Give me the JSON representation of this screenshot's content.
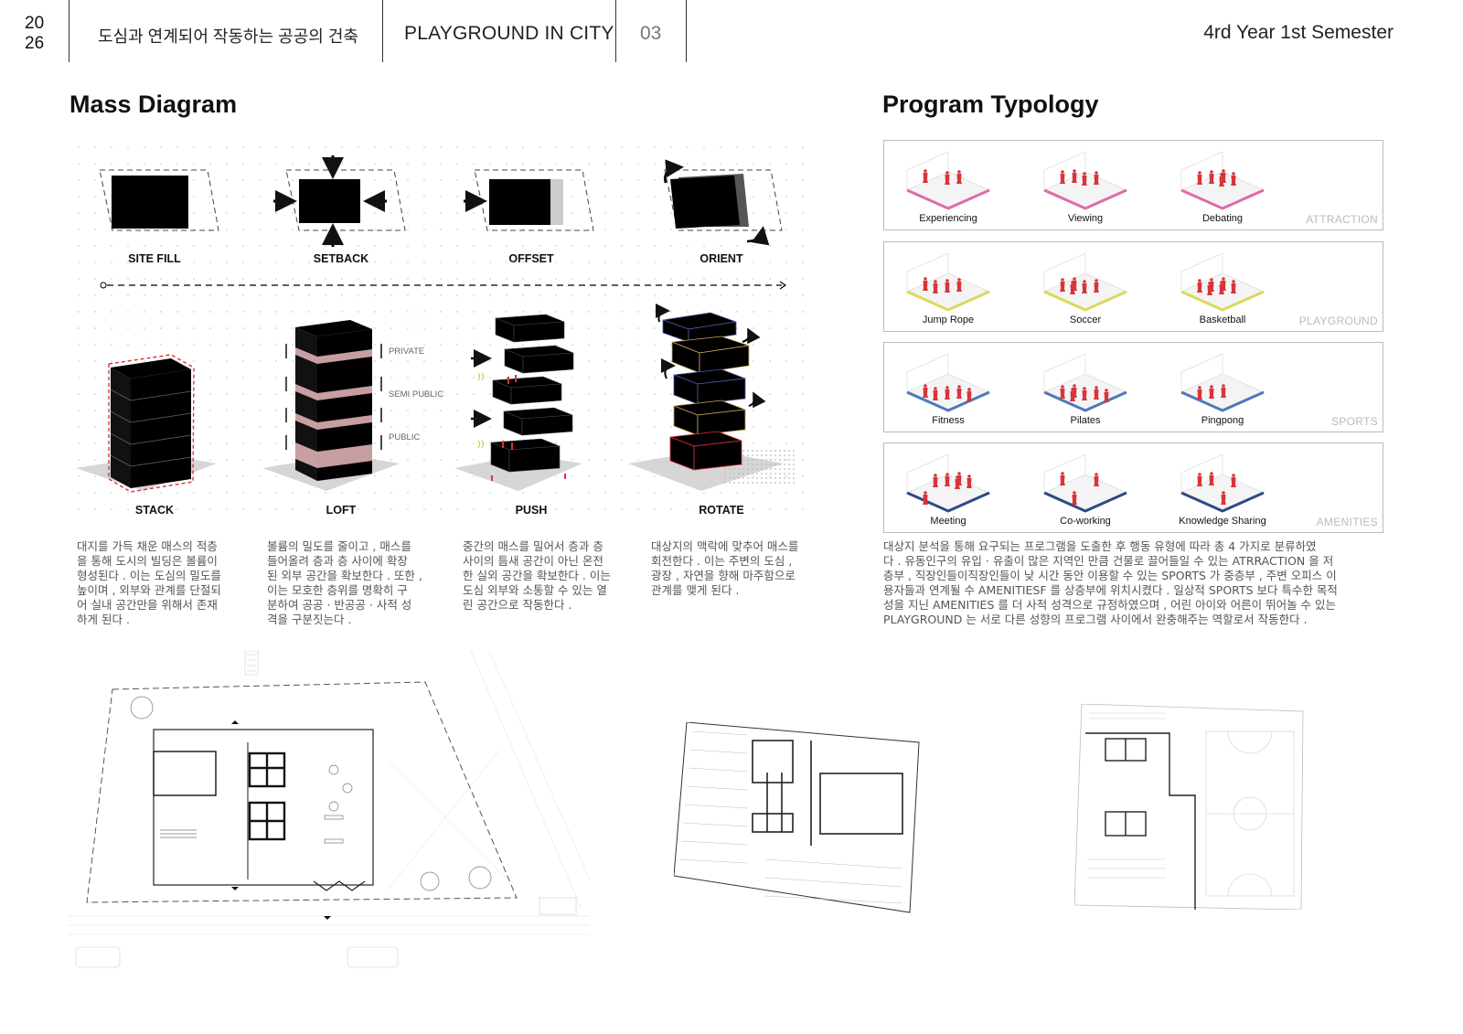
{
  "header": {
    "year_top": "20",
    "year_bottom": "26",
    "subtitle_ko": "도심과 연계되어 작동하는 공공의 건축",
    "project_title": "PLAYGROUND IN CITY",
    "page_number": "03",
    "semester": "4rd Year 1st Semester"
  },
  "mass": {
    "title": "Mass Diagram",
    "steps_top": [
      "SITE FILL",
      "SETBACK",
      "OFFSET",
      "ORIENT"
    ],
    "steps_bottom": [
      "STACK",
      "LOFT",
      "PUSH",
      "ROTATE"
    ],
    "loft_levels": [
      "PRIVATE",
      "SEMI PUBLIC",
      "PUBLIC"
    ],
    "descriptions": [
      [
        "대지를 가득 채운 매스의 적층",
        "을 통해 도시의 빌딩은 볼륨이",
        "형성된다 . 이는 도심의 밀도를",
        "높이며 , 외부와 관계를 단절되",
        "어 실내 공간만을 위해서 존재",
        "하게 된다 ."
      ],
      [
        "볼륨의 밀도를 줄이고 , 매스를",
        "들어올려 층과 층 사이에 확장",
        "된 외부 공간을 확보한다 . 또한 ,",
        "이는 모호한 층위를 명확히 구",
        "분하여 공공 · 반공공 · 사적 성",
        "격을 구분짓는다 ."
      ],
      [
        "중간의 매스를 밀어서 층과 층",
        "사이의 틈새 공간이 아닌 온전",
        "한 실외 공간을 확보한다 . 이는",
        "도심 외부와 소통할 수 있는 열",
        "린 공간으로 작동한다 ."
      ],
      [
        "대상지의 맥락에 맞추어 매스를",
        "회전한다 . 이는 주변의 도심 ,",
        "광장 , 자연을 향해 마주함으로",
        "관계를 맺게 된다 ."
      ]
    ]
  },
  "program": {
    "title": "Program Typology",
    "rows": [
      {
        "category": "ATTRACTION",
        "color": "#e06aa8",
        "items": [
          "Experiencing",
          "Viewing",
          "Debating"
        ]
      },
      {
        "category": "PLAYGROUND",
        "color": "#d9d95a",
        "items": [
          "Jump Rope",
          "Soccer",
          "Basketball"
        ]
      },
      {
        "category": "SPORTS",
        "color": "#4f79b8",
        "items": [
          "Fitness",
          "Pilates",
          "Pingpong"
        ]
      },
      {
        "category": "AMENITIES",
        "color": "#2e4a84",
        "items": [
          "Meeting",
          "Co-working",
          "Knowledge Sharing"
        ]
      }
    ],
    "description": [
      "대상지 분석을 통해 요구되는 프로그램을 도출한 후 행동 유형에 따라 총 4 가지로 분류하였",
      "다 . 유동인구의 유입 · 유출이 많은 지역인 만큼 건물로 끌어들일 수 있는 ATRRACTION 을 저",
      "층부 , 직장인들이직장인들이 낮 시간 동안 이용할 수 있는 SPORTS 가 중층부 , 주변 오피스 이",
      "용자들과 연계될 수 AMENITIESF 를 상층부에 위치시켰다 . 일상적 SPORTS 보다 특수한 목적",
      "성을 지닌  AMENITIES 를 더 사적 성격으로 규정하였으며 , 어린 아이와 어른이 뛰어놀 수 있는",
      "PLAYGROUND 는 서로 다른 성향의 프로그램 사이에서 완충해주는 역할로서 작동한다 ."
    ]
  },
  "colors": {
    "figure_red": "#d8343a",
    "loft_pink": "#e9b9bc"
  }
}
